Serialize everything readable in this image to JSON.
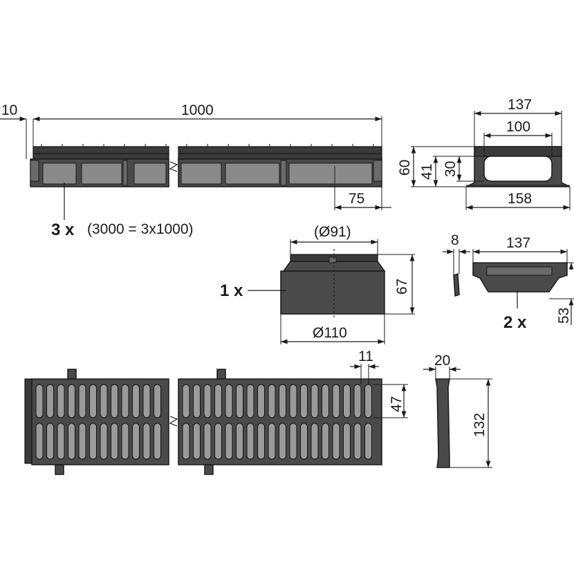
{
  "channel": {
    "quantity_label": "3 x",
    "note": "(3000 = 3x1000)",
    "dim_end_offset": "10",
    "dim_length": "1000",
    "dim_outlet_offset": "75"
  },
  "cross_section": {
    "dim_outer_width": "137",
    "dim_inner_width": "100",
    "dim_base_width": "158",
    "dim_total_height": "60",
    "dim_body_height": "41",
    "dim_inner_height": "30"
  },
  "outlet": {
    "quantity_label": "1 x",
    "dim_top_diameter": "(Ø91)",
    "dim_bottom_diameter": "Ø110",
    "dim_height": "67"
  },
  "end_cap": {
    "quantity_label": "2 x",
    "dim_thickness": "8",
    "dim_width": "137",
    "dim_height": "53"
  },
  "grating": {
    "dim_slot_width": "11",
    "dim_slot_length": "47",
    "dim_thickness": "20",
    "dim_width": "132"
  },
  "colors": {
    "line": "#1a1a1a",
    "body": "#4a4a4a",
    "accent": "#8a8a8a"
  }
}
